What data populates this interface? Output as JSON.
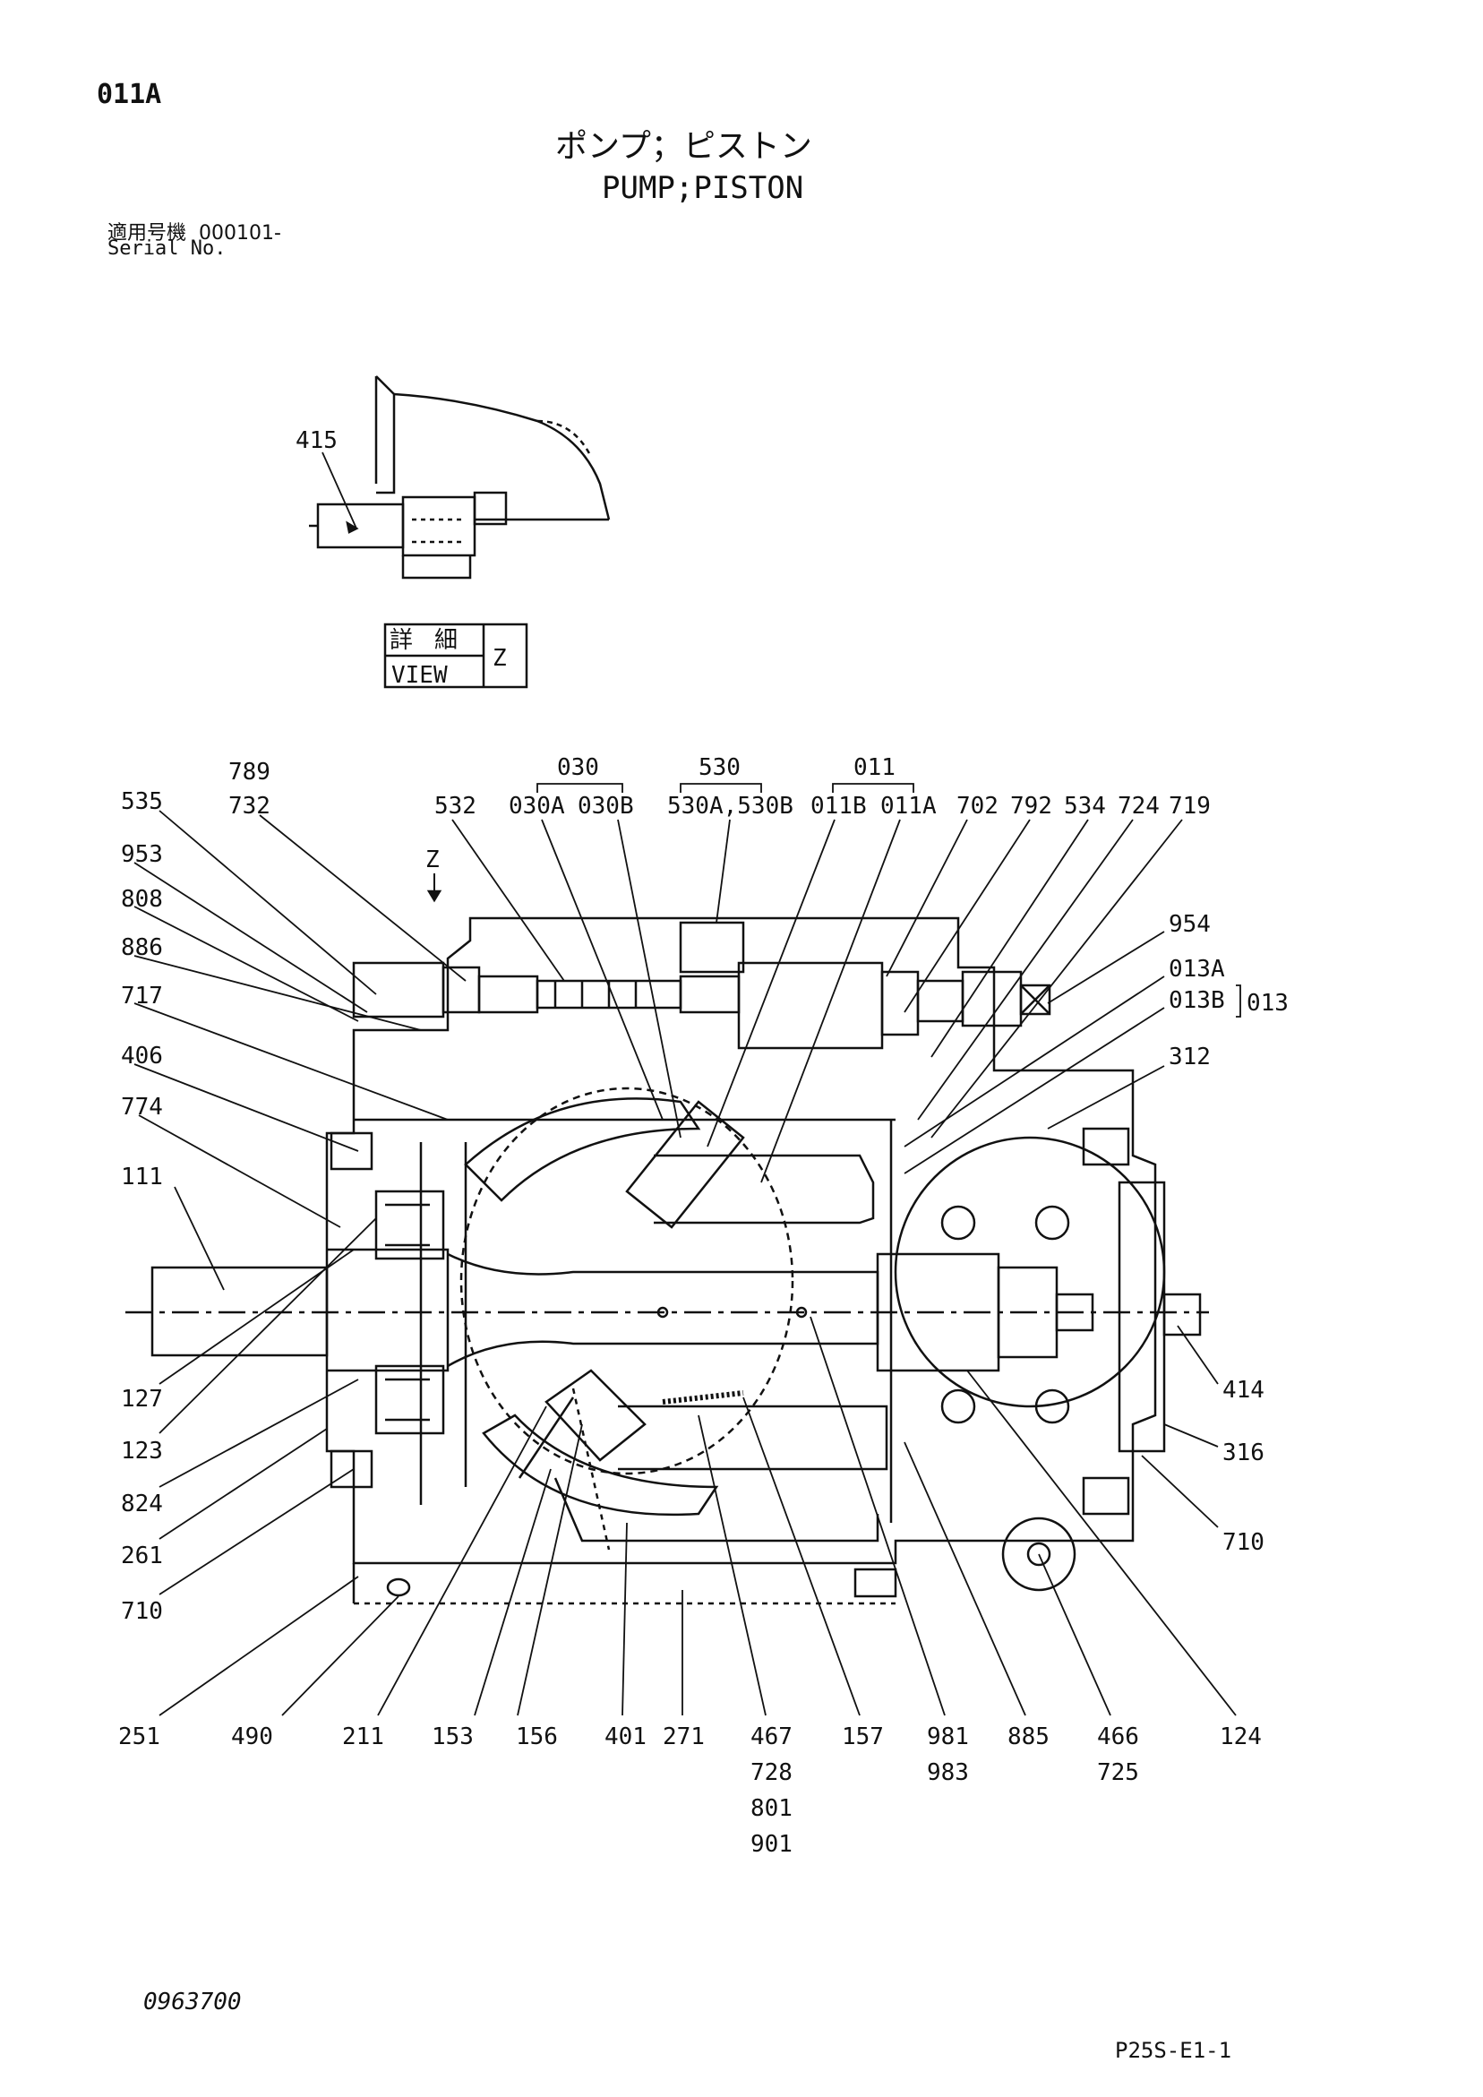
{
  "header": {
    "code": "011A",
    "title_jp": "ポンプ；ピストン",
    "title_en": "PUMP;PISTON",
    "serial_label_jp": "適用号機",
    "serial_range": "000101-",
    "serial_label_en": "Serial No."
  },
  "detail_view": {
    "part_label": "415",
    "view_jp_1": "詳",
    "view_jp_2": "細",
    "view_en": "VIEW",
    "view_letter": "Z"
  },
  "view_arrow_label": "Z",
  "group_labels": {
    "g030": "030",
    "g530": "530",
    "g011": "011",
    "g013": "013"
  },
  "callouts": {
    "p789": "789",
    "p732": "732",
    "p535": "535",
    "p953": "953",
    "p808": "808",
    "p886": "886",
    "p717": "717",
    "p406": "406",
    "p774": "774",
    "p111": "111",
    "p127": "127",
    "p123": "123",
    "p824": "824",
    "p261": "261",
    "p710a": "710",
    "p532": "532",
    "p030a": "030A",
    "p030b": "030B",
    "p530ab": "530A,530B",
    "p011b": "011B",
    "p011a": "011A",
    "p702": "702",
    "p792": "792",
    "p534": "534",
    "p724": "724",
    "p719": "719",
    "p954": "954",
    "p013a": "013A",
    "p013b": "013B",
    "p312": "312",
    "p414": "414",
    "p316": "316",
    "p710b": "710",
    "p251": "251",
    "p490": "490",
    "p211": "211",
    "p153": "153",
    "p156": "156",
    "p401": "401",
    "p271": "271",
    "p467": "467",
    "p728": "728",
    "p801": "801",
    "p901": "901",
    "p157": "157",
    "p981": "981",
    "p983": "983",
    "p885": "885",
    "p466": "466",
    "p725": "725",
    "p124": "124"
  },
  "footer": {
    "document_number": "0963700",
    "page_ref": "P25S-E1-1"
  }
}
